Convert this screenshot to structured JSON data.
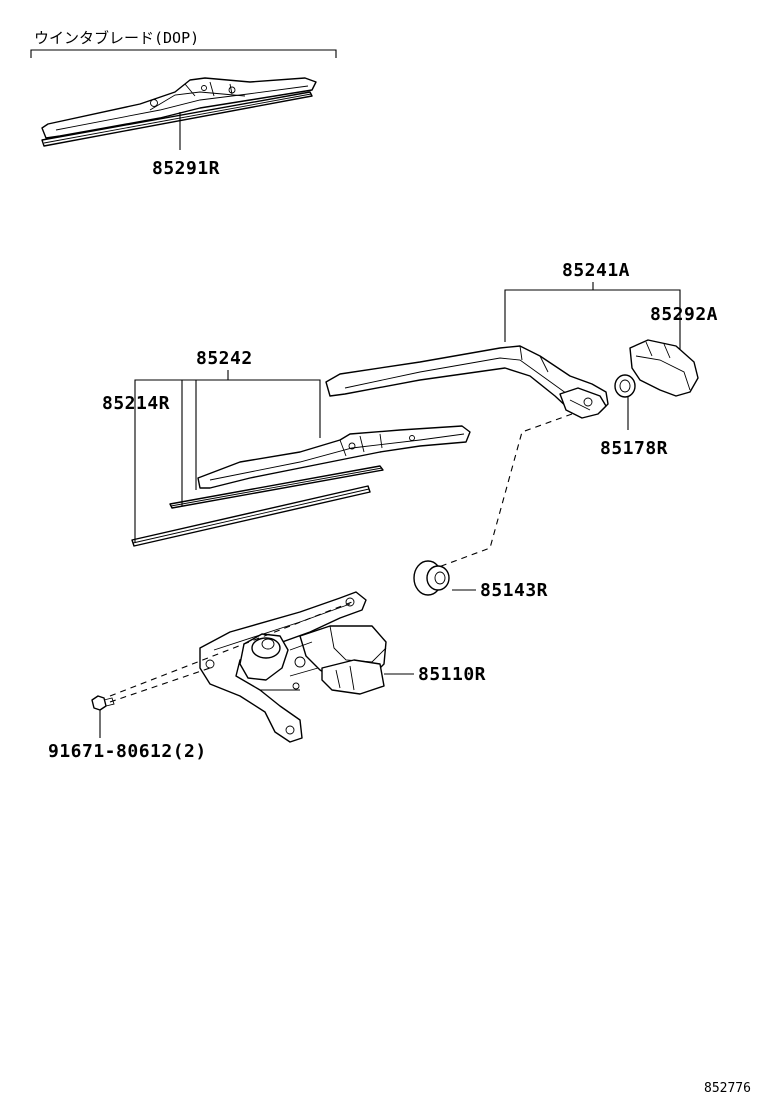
{
  "header": {
    "dop_label": "ウインタブレード(DOP)"
  },
  "parts": {
    "p85291R": "85291R",
    "p85241A": "85241A",
    "p85292A": "85292A",
    "p85242": "85242",
    "p85214R": "85214R",
    "p85178R": "85178R",
    "p85143R": "85143R",
    "p85110R": "85110R",
    "p9167180612": "91671-80612(2)"
  },
  "footer": {
    "ref_code": "852776"
  }
}
